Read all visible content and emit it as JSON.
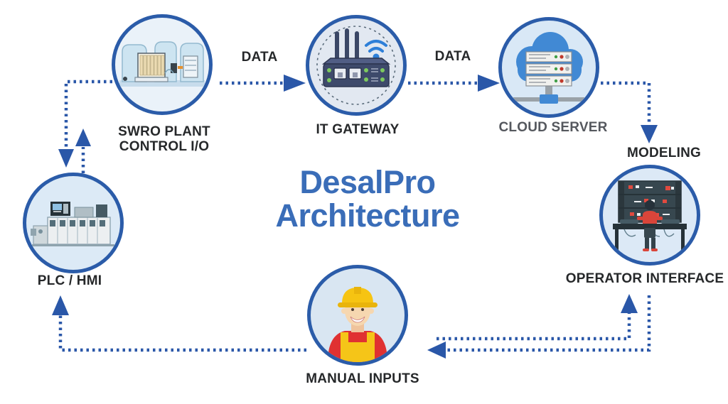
{
  "title": "DesalPro\nArchitecture",
  "nodes": {
    "swro": {
      "label": "SWRO PLANT\nCONTROL I/O"
    },
    "gateway": {
      "label": "IT GATEWAY"
    },
    "cloud": {
      "label": "CLOUD SERVER"
    },
    "modeling": {
      "label": "MODELING"
    },
    "operator": {
      "label": "OPERATOR INTERFACE"
    },
    "manual": {
      "label": "MANUAL INPUTS"
    },
    "plc": {
      "label": "PLC / HMI"
    }
  },
  "edges": {
    "swro_to_gateway": {
      "label": "DATA"
    },
    "gateway_to_cloud": {
      "label": "DATA"
    }
  },
  "colors": {
    "accent_blue": "#2a57a8",
    "node_border_blue": "#2b5ca9",
    "title_blue": "#3a6db8",
    "label_color": "#26282a",
    "cloud_label_gray": "#55585e",
    "node_fill_light_blue": "#dbe8f5",
    "cloud_icon_blue": "#4189d4",
    "wifi_blue": "#2e7fd8",
    "helmet_yellow": "#f6c412",
    "worker_red": "#e03131"
  }
}
